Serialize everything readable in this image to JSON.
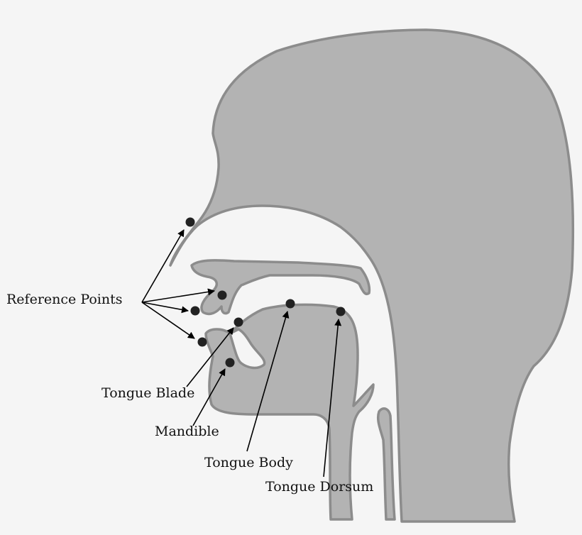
{
  "labels": {
    "reference_points": "Reference Points",
    "tongue_blade": "Tongue Blade",
    "mandible": "Mandible",
    "tongue_body": "Tongue Body",
    "tongue_dorsum": "Tongue Dorsum"
  },
  "colors": {
    "tissue_fill": "#b3b3b3",
    "tissue_stroke": "#8c8c8c",
    "point": "#222222",
    "background": "#f5f5f5"
  }
}
